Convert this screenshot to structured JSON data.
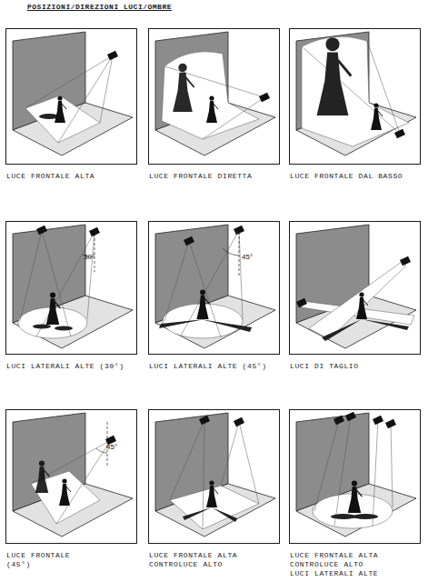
{
  "diagram": {
    "title": "POSIZIONI/DIREZIONI LUCI/OMBRE",
    "nodes": [
      {
        "text": [
          "LUCE FRONTALE ALTA"
        ]
      },
      {
        "text": [
          "LUCE FRONTALE DIRETTA"
        ]
      },
      {
        "text": [
          "LUCE FRONTALE DAL BASSO"
        ]
      },
      {
        "text": [
          "LUCI LATERALI ALTE (30°)"
        ]
      },
      {
        "text": [
          "LUCI LATERALI ALTE (45°)"
        ]
      },
      {
        "text": [
          "LUCI DI TAGLIO"
        ]
      },
      {
        "text": [
          "LUCE FRONTALE (45°)"
        ]
      },
      {
        "text": [
          "LUCE FRONTALE ALTA CONTROLUCE ALTO"
        ]
      },
      {
        "text": [
          "LUCE FRONTALE ALTA CONTROLUCE ALTO LUCI LATERALI ALTE"
        ]
      }
    ],
    "labels": [
      "30°",
      "45°",
      "45°"
    ]
  }
}
